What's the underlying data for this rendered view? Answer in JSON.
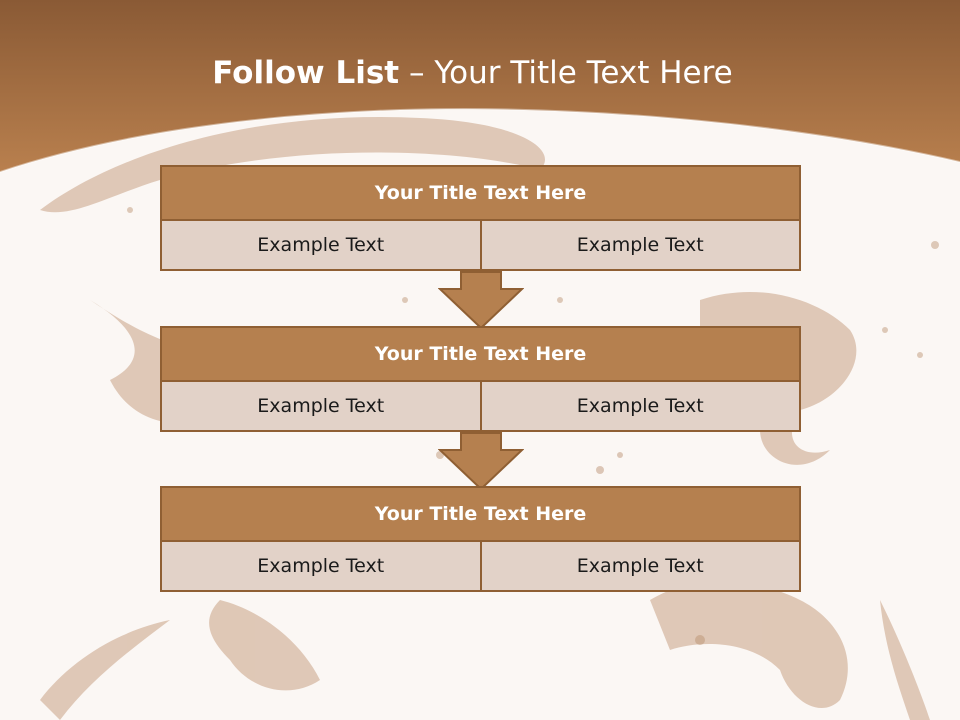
{
  "slide": {
    "title_bold": "Follow List",
    "title_rest": " – Your Title Text Here"
  },
  "blocks": [
    {
      "title": "Your Title Text Here",
      "left": "Example Text",
      "right": "Example Text"
    },
    {
      "title": "Your Title Text Here",
      "left": "Example Text",
      "right": "Example Text"
    },
    {
      "title": "Your Title Text Here",
      "left": "Example Text",
      "right": "Example Text"
    }
  ],
  "colors": {
    "header_band": "#b07a48",
    "block_title_fill": "#b5804f",
    "block_cell_fill": "#e2d2c8",
    "border": "#8f5f33",
    "arrow": "#b5804f"
  }
}
